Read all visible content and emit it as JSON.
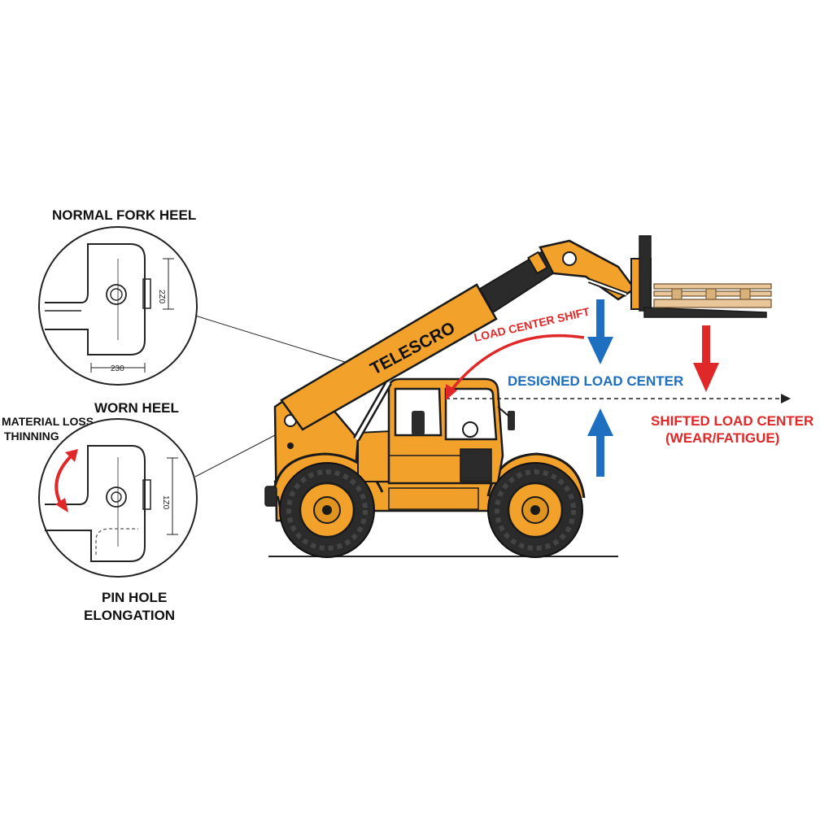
{
  "labels": {
    "normal_fork_heel": "NORMAL FORK HEEL",
    "worn_heel": "WORN HEEL",
    "material_loss": "MATERIAL LOSS",
    "thinning": "THINNING",
    "pin_hole": "PIN HOLE",
    "elongation": "ELONGATION",
    "brand": "TELESCRO",
    "load_center_shift": "LOAD CENTER SHIFT",
    "designed_load_center": "DESIGNED LOAD CENTER",
    "shifted_load_center": "SHIFTED LOAD CENTER",
    "wear_fatigue": "(WEAR/FATIGUE)"
  },
  "dimensions": {
    "normal_height": "2Z0",
    "normal_width": "230",
    "worn_height": "1Z0"
  },
  "colors": {
    "machine": "#F2A22B",
    "machine_dark": "#C97A12",
    "outline": "#1a1a1a",
    "tire": "#2b2b2b",
    "designed": "#1E6FBF",
    "shifted": "#E02828",
    "pallet": "#E9C79A"
  }
}
